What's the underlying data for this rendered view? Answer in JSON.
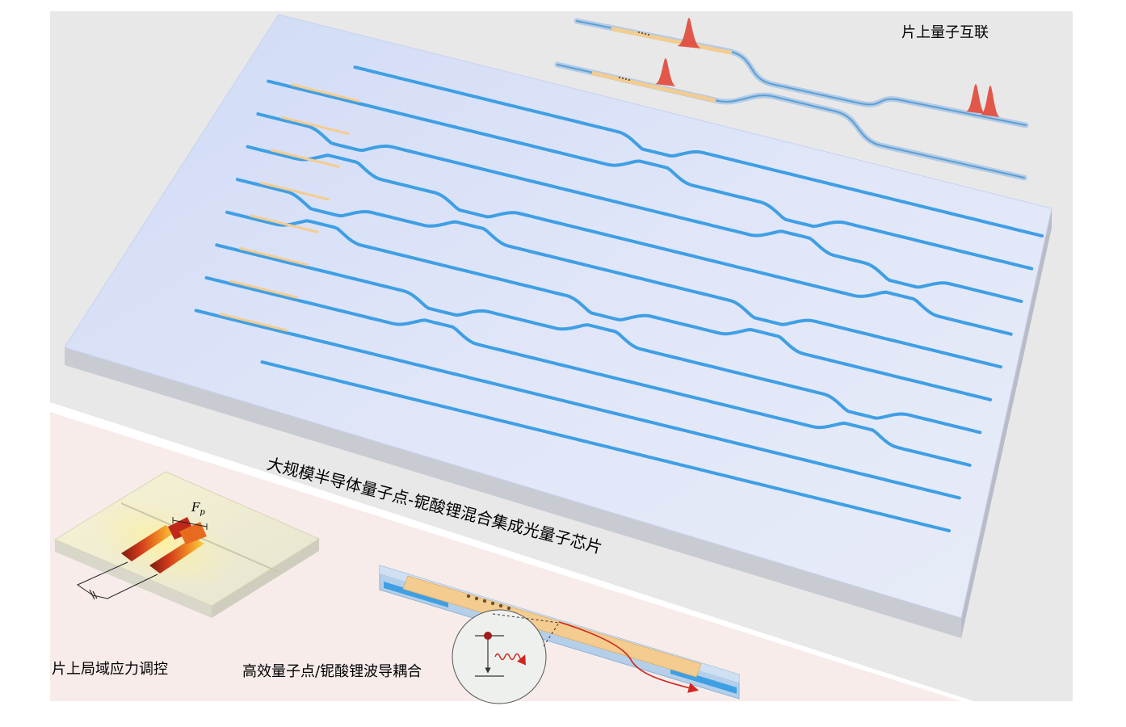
{
  "labels": {
    "chip_title": "大规模半导体量子点-铌酸锂混合集成光量子芯片",
    "interconnect": "片上量子互联",
    "strain_control": "片上局域应力调控",
    "coupling": "高效量子点/铌酸锂波导耦合",
    "force_symbol": "F",
    "force_subscript": "p"
  },
  "colors": {
    "background_upper": "#e8e8e8",
    "background_lower": "#f7ecea",
    "chip_substrate": "#dde4f7",
    "waveguide": "#3f9fe4",
    "quantum_dot_strip": "#f5cc8f",
    "photon_pulse": "#e0483a",
    "emission_arrow": "#d0261e",
    "strain_hot": "#c0281a",
    "strain_warm": "#f4d640"
  },
  "icons": {
    "photon_pulse": "gaussian-pulse-icon",
    "quantum_dot": "energy-level-icon",
    "photon_emission": "wavy-arrow-icon"
  }
}
